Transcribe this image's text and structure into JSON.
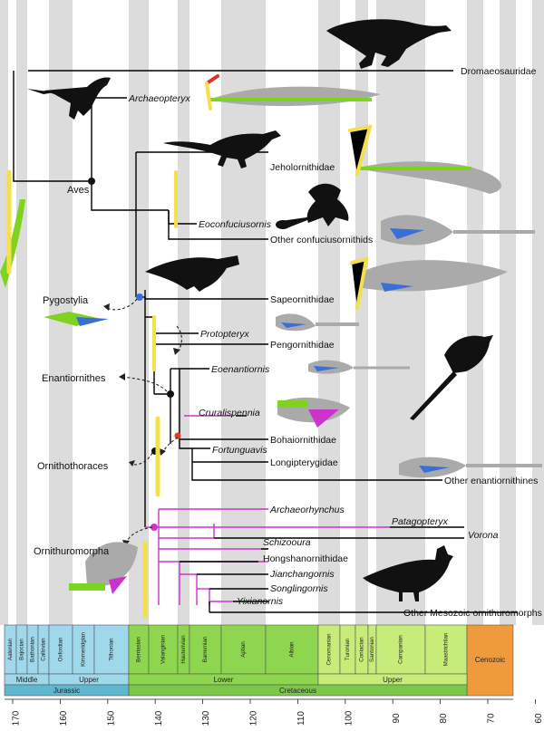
{
  "taxa": {
    "dromaeosauridae": "Dromaeosauridae",
    "archaeopteryx": "Archaeopteryx",
    "jeholornithidae": "Jeholornithidae",
    "eoconfuciusornis": "Eoconfuciusornis",
    "other_confuciusornithids": "Other confuciusornithids",
    "sapeornithidae": "Sapeornithidae",
    "protopteryx": "Protopteryx",
    "pengornithidae": "Pengornithidae",
    "eoenantiornis": "Eoenantiornis",
    "cruralispennia": "Cruralispennia",
    "bohaiornithidae": "Bohaiornithidae",
    "fortunguavis": "Fortunguavis",
    "longipterygidae": "Longipterygidae",
    "other_enantiornithines": "Other enantiornithines",
    "archaeorhynchus": "Archaeorhynchus",
    "patagopteryx": "Patagopteryx",
    "vorona": "Vorona",
    "schizooura": "Schizooura",
    "hongshanornithidae": "Hongshanornithidae",
    "jianchangornis": "Jianchangornis",
    "songlingornis": "Songlingornis",
    "yixianornis": "Yixianornis",
    "other_mesozoic_ornithuromorphs": "Other Mesozoic ornithuromorphs"
  },
  "groups": {
    "aves": "Aves",
    "pygostylia": "Pygostylia",
    "enantiornithes": "Enantiornithes",
    "ornithothoraces": "Ornithothoraces",
    "ornithuromorpha": "Ornithuromorpha"
  },
  "timescale": {
    "stages": [
      "Aalenian",
      "Bajocian",
      "Bathonian",
      "Callovian",
      "Oxfordian",
      "Kimmeridgian",
      "Tithonian",
      "Berriasian",
      "Valanginian",
      "Hauterivian",
      "Barremian",
      "Aptian",
      "Albian",
      "Cenomanian",
      "Turonian",
      "Coniacian",
      "Santonian",
      "Campanian",
      "Maastrichtian",
      "Cenozoic"
    ],
    "epochs": [
      "Middle",
      "Upper",
      "Lower",
      "Upper"
    ],
    "periods": [
      "Jurassic",
      "Cretaceous"
    ],
    "ticks": [
      "170",
      "160",
      "150",
      "140",
      "130",
      "120",
      "110",
      "100",
      "90",
      "80",
      "70",
      "60"
    ]
  },
  "colors": {
    "ornithuromorph_branch": "#cc33cc",
    "jurassic": "#9fd8ea",
    "jurassic_period": "#5fb8d0",
    "lower_cretaceous": "#8ed64f",
    "upper_cretaceous": "#c8ec7a",
    "cretaceous_period": "#7cc64a",
    "cenozoic": "#f09a3e",
    "tail_green": "#7ed321",
    "pygostyle_blue": "#3a6fd8",
    "pygostyle_magenta": "#cc33cc",
    "bone_yellow": "#f3e04a",
    "bone_red": "#d9342b"
  }
}
